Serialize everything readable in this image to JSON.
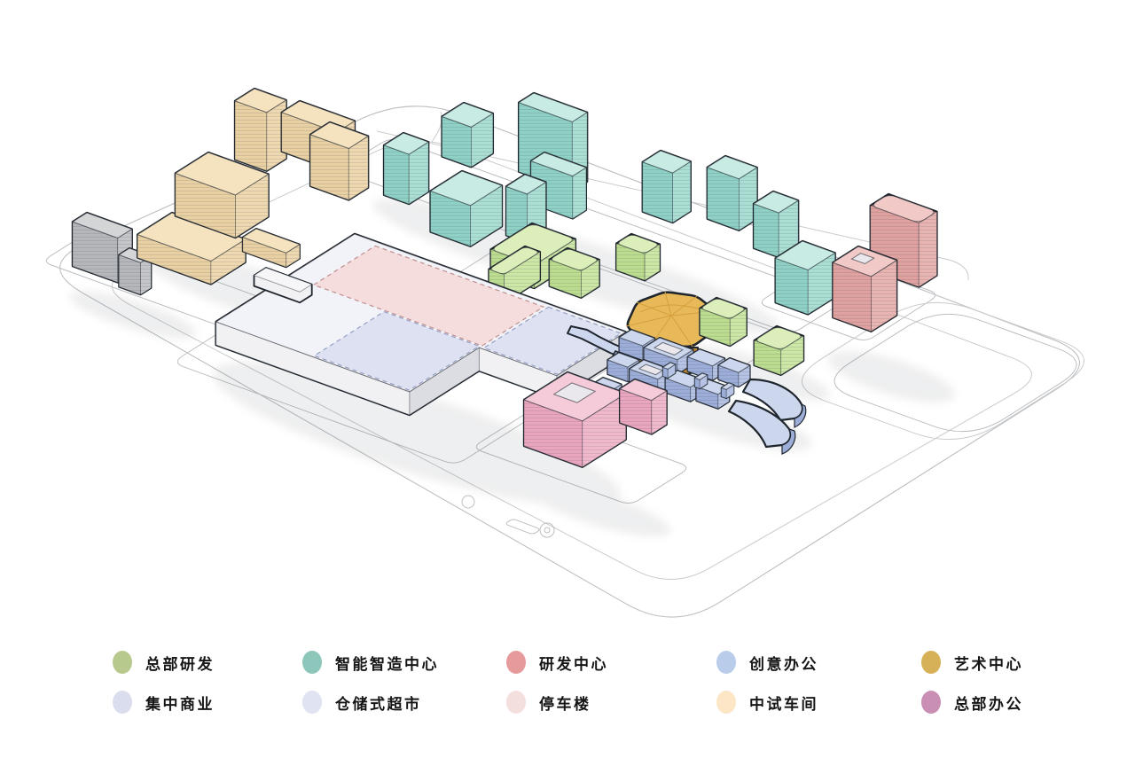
{
  "site": {
    "name": "isometric-campus-master-plan"
  },
  "legend": {
    "items": [
      {
        "key": "hq_rd",
        "label": "总部研发",
        "color": "#b7c98c"
      },
      {
        "key": "smart_mfg",
        "label": "智能智造中心",
        "color": "#8dc6ba"
      },
      {
        "key": "rd_center",
        "label": "研发中心",
        "color": "#e79a9b"
      },
      {
        "key": "creative",
        "label": "创意办公",
        "color": "#b9cdeb"
      },
      {
        "key": "art",
        "label": "艺术中心",
        "color": "#d7b158"
      },
      {
        "key": "commercial",
        "label": "集中商业",
        "color": "#dadded"
      },
      {
        "key": "warehouse",
        "label": "仓储式超市",
        "color": "#dfe3f2"
      },
      {
        "key": "parking",
        "label": "停车楼",
        "color": "#f3dfdc"
      },
      {
        "key": "pilot",
        "label": "中试车间",
        "color": "#fce6c5"
      },
      {
        "key": "hq_office",
        "label": "总部办公",
        "color": "#c98fb4"
      }
    ]
  },
  "palette": {
    "outline": "#20262e",
    "road": "#bcbfc2",
    "road_light": "#c9cbcd",
    "ground": "#ffffff",
    "pilot": {
      "roof": "#f5e3c0",
      "left": "#e9d1a4",
      "right": "#efd9b1"
    },
    "gray": {
      "roof": "#d4d5d7",
      "left": "#b6b7ba",
      "right": "#c5c6c9"
    },
    "smart_mfg": {
      "roof": "#c8ebe4",
      "left": "#8fd1c5",
      "right": "#abdfd5"
    },
    "hq_rd": {
      "roof": "#dcefba",
      "left": "#bcdc8f",
      "right": "#cde7a7"
    },
    "creative": {
      "roof": "#ccd7ee",
      "left": "#9cadd8",
      "right": "#b6c3e4"
    },
    "art": {
      "top": "#e7b959",
      "facet": "#d5a03c",
      "wall": "#c08a2e"
    },
    "rd_center": {
      "roof": "#f1c9c7",
      "left": "#dfa2a0",
      "right": "#e9b5b2"
    },
    "hq_office": {
      "roof": "#f6cbd9",
      "left": "#eba6bf",
      "right": "#f1bacc"
    },
    "big": {
      "wall_l": "#f1f1f4",
      "wall_r": "#dcdde2",
      "roof": "#f2f3f8",
      "zone_parking": "#f5dddd",
      "zone_market": "#dde1f2",
      "dash_pink": "#c08f8f",
      "dash_lav": "#96a0c4",
      "courtyard": "#eae8ed"
    }
  }
}
